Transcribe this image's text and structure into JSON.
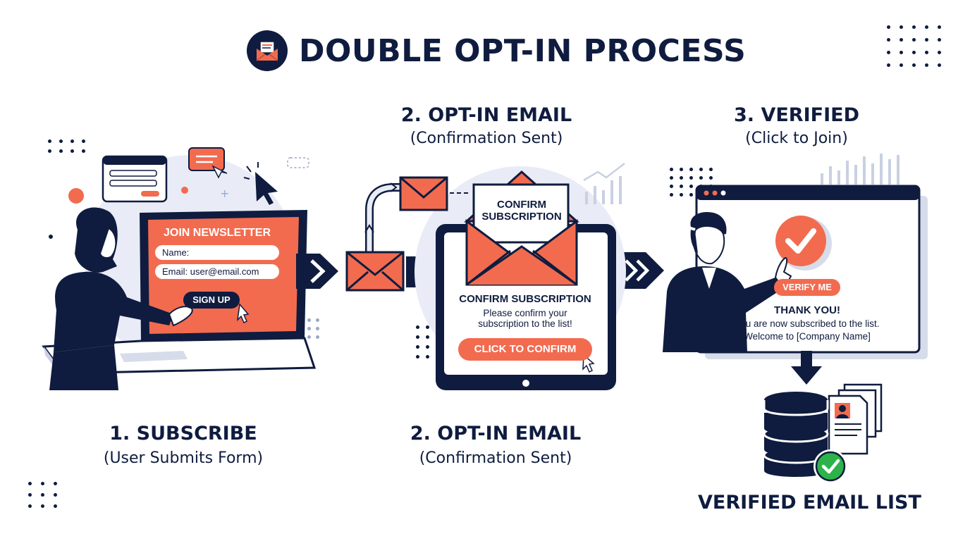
{
  "header": {
    "title": "DOUBLE OPT-IN PROCESS",
    "icon": "envelope-icon"
  },
  "colors": {
    "navy": "#0f1c3f",
    "orange": "#f26b4f",
    "light": "#e9ecf6",
    "green": "#2db34a"
  },
  "step1": {
    "title": "1. SUBSCRIBE",
    "subtitle": "(User Submits Form)",
    "form_title": "JOIN NEWSLETTER",
    "name_field": "Name:",
    "email_field": "Email: user@email.com",
    "button": "SIGN UP"
  },
  "step2": {
    "top_title": "2. OPT-IN EMAIL",
    "top_subtitle": "(Confirmation Sent)",
    "letter_text": "CONFIRM SUBSCRIPTION",
    "screen_heading": "CONFIRM SUBSCRIPTION",
    "screen_body_line1": "Please confirm your",
    "screen_body_line2": "subscription to the list!",
    "button": "CLICK TO CONFIRM",
    "title": "2. OPT-IN EMAIL",
    "subtitle": "(Confirmation Sent)"
  },
  "step3": {
    "title": "3. VERIFIED",
    "subtitle": "(Click to Join)",
    "button": "VERIFY ME",
    "thanks": "THANK YOU!",
    "line1": "You are now subscribed to the list.",
    "line2": "Welcome to [Company Name]"
  },
  "result": {
    "label": "VERIFIED EMAIL LIST"
  }
}
